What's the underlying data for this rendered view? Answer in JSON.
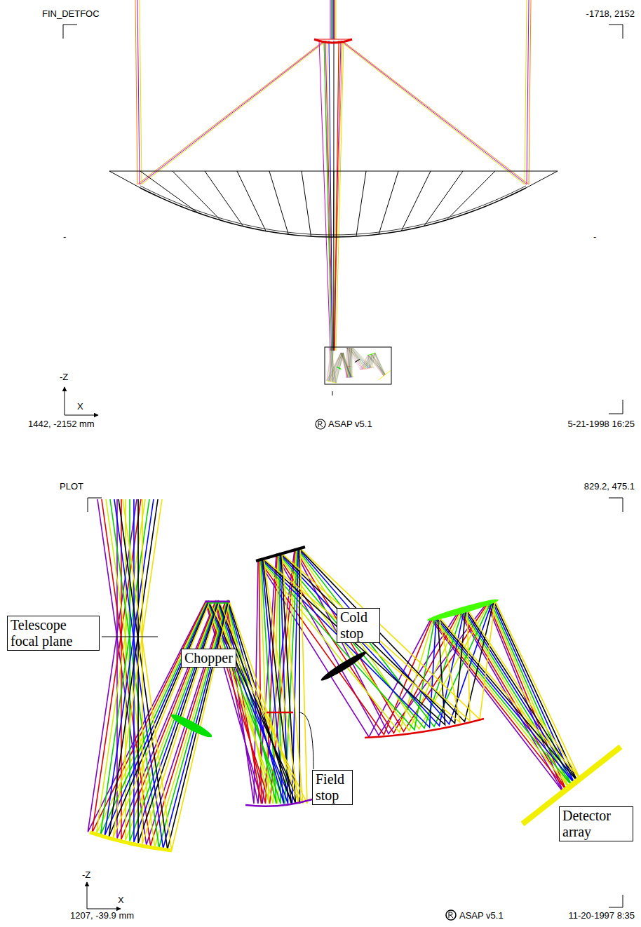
{
  "diagram": {
    "nodes": [
      {
        "text": [
          "Telescope focal plane"
        ]
      },
      {
        "text": [
          "Chopper"
        ]
      },
      {
        "text": [
          "Cold stop"
        ]
      },
      {
        "text": [
          "Field stop"
        ]
      },
      {
        "text": [
          "Detector array"
        ]
      }
    ],
    "labels": [
      "FIN_DETFOC",
      "-1718, 2152",
      "-",
      "-",
      "-Z",
      "X",
      "1442, -2152 mm",
      "ASAP v5.1",
      "5-21-1998 16:25",
      "PLOT",
      "829.2, 475.1",
      "-Z",
      "X",
      "1207, -39.9 mm",
      "ASAP v5.1",
      "11-20-1997 8:35"
    ]
  }
}
